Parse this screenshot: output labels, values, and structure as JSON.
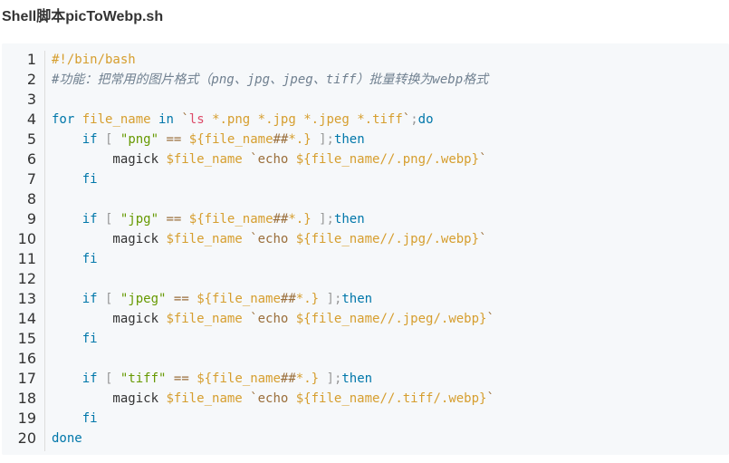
{
  "page": {
    "title": "Shell脚本picToWebp.sh"
  },
  "code": {
    "language": "bash",
    "line_numbers": [
      "1",
      "2",
      "3",
      "4",
      "5",
      "6",
      "7",
      "8",
      "9",
      "10",
      "11",
      "12",
      "13",
      "14",
      "15",
      "16",
      "17",
      "18",
      "19",
      "20"
    ],
    "lines": [
      [
        [
          "cm-sheb",
          "#!/bin/bash"
        ]
      ],
      [
        [
          "cm",
          "#功能：把常用的图片格式（png、jpg、jpeg、tiff）批量转换为webp格式"
        ]
      ],
      [],
      [
        [
          "kw",
          "for"
        ],
        [
          "plain",
          " "
        ],
        [
          "var",
          "file_name"
        ],
        [
          "plain",
          " "
        ],
        [
          "kw",
          "in"
        ],
        [
          "plain",
          " "
        ],
        [
          "bt",
          "`"
        ],
        [
          "cmd",
          "ls"
        ],
        [
          "plain",
          " "
        ],
        [
          "glob",
          "*.png *.jpg *.jpeg *.tiff"
        ],
        [
          "bt",
          "`"
        ],
        [
          "pun",
          ";"
        ],
        [
          "kw",
          "do"
        ]
      ],
      [
        [
          "plain",
          "    "
        ],
        [
          "kw",
          "if"
        ],
        [
          "plain",
          " "
        ],
        [
          "pun",
          "["
        ],
        [
          "plain",
          " "
        ],
        [
          "str",
          "\"png\""
        ],
        [
          "plain",
          " "
        ],
        [
          "op",
          "=="
        ],
        [
          "plain",
          " "
        ],
        [
          "var",
          "${file_name"
        ],
        [
          "op",
          "##"
        ],
        [
          "var",
          "*.}"
        ],
        [
          "plain",
          " "
        ],
        [
          "pun",
          "];"
        ],
        [
          "kw",
          "then"
        ]
      ],
      [
        [
          "plain",
          "        magick "
        ],
        [
          "var",
          "$file_name"
        ],
        [
          "plain",
          " "
        ],
        [
          "bt",
          "`echo "
        ],
        [
          "var",
          "${"
        ],
        [
          "var",
          "file_name//.png/.webp"
        ],
        [
          "var",
          "}"
        ],
        [
          "bt",
          "`"
        ]
      ],
      [
        [
          "plain",
          "    "
        ],
        [
          "kw",
          "fi"
        ]
      ],
      [],
      [
        [
          "plain",
          "    "
        ],
        [
          "kw",
          "if"
        ],
        [
          "plain",
          " "
        ],
        [
          "pun",
          "["
        ],
        [
          "plain",
          " "
        ],
        [
          "str",
          "\"jpg\""
        ],
        [
          "plain",
          " "
        ],
        [
          "op",
          "=="
        ],
        [
          "plain",
          " "
        ],
        [
          "var",
          "${file_name"
        ],
        [
          "op",
          "##"
        ],
        [
          "var",
          "*.}"
        ],
        [
          "plain",
          " "
        ],
        [
          "pun",
          "];"
        ],
        [
          "kw",
          "then"
        ]
      ],
      [
        [
          "plain",
          "        magick "
        ],
        [
          "var",
          "$file_name"
        ],
        [
          "plain",
          " "
        ],
        [
          "bt",
          "`echo "
        ],
        [
          "var",
          "${"
        ],
        [
          "var",
          "file_name//.jpg/.webp"
        ],
        [
          "var",
          "}"
        ],
        [
          "bt",
          "`"
        ]
      ],
      [
        [
          "plain",
          "    "
        ],
        [
          "kw",
          "fi"
        ]
      ],
      [],
      [
        [
          "plain",
          "    "
        ],
        [
          "kw",
          "if"
        ],
        [
          "plain",
          " "
        ],
        [
          "pun",
          "["
        ],
        [
          "plain",
          " "
        ],
        [
          "str",
          "\"jpeg\""
        ],
        [
          "plain",
          " "
        ],
        [
          "op",
          "=="
        ],
        [
          "plain",
          " "
        ],
        [
          "var",
          "${file_name"
        ],
        [
          "op",
          "##"
        ],
        [
          "var",
          "*.}"
        ],
        [
          "plain",
          " "
        ],
        [
          "pun",
          "];"
        ],
        [
          "kw",
          "then"
        ]
      ],
      [
        [
          "plain",
          "        magick "
        ],
        [
          "var",
          "$file_name"
        ],
        [
          "plain",
          " "
        ],
        [
          "bt",
          "`echo "
        ],
        [
          "var",
          "${"
        ],
        [
          "var",
          "file_name//.jpeg/.webp"
        ],
        [
          "var",
          "}"
        ],
        [
          "bt",
          "`"
        ]
      ],
      [
        [
          "plain",
          "    "
        ],
        [
          "kw",
          "fi"
        ]
      ],
      [],
      [
        [
          "plain",
          "    "
        ],
        [
          "kw",
          "if"
        ],
        [
          "plain",
          " "
        ],
        [
          "pun",
          "["
        ],
        [
          "plain",
          " "
        ],
        [
          "str",
          "\"tiff\""
        ],
        [
          "plain",
          " "
        ],
        [
          "op",
          "=="
        ],
        [
          "plain",
          " "
        ],
        [
          "var",
          "${file_name"
        ],
        [
          "op",
          "##"
        ],
        [
          "var",
          "*.}"
        ],
        [
          "plain",
          " "
        ],
        [
          "pun",
          "];"
        ],
        [
          "kw",
          "then"
        ]
      ],
      [
        [
          "plain",
          "        magick "
        ],
        [
          "var",
          "$file_name"
        ],
        [
          "plain",
          " "
        ],
        [
          "bt",
          "`echo "
        ],
        [
          "var",
          "${"
        ],
        [
          "var",
          "file_name//.tiff/.webp"
        ],
        [
          "var",
          "}"
        ],
        [
          "bt",
          "`"
        ]
      ],
      [
        [
          "plain",
          "    "
        ],
        [
          "kw",
          "fi"
        ]
      ],
      [
        [
          "kw",
          "done"
        ]
      ]
    ]
  },
  "colors": {
    "code_background": "#f6f8fa",
    "keyword": "#0077aa",
    "variable": "#d69e2e",
    "string": "#669900",
    "comment": "#708090",
    "command": "#dd4a68"
  }
}
